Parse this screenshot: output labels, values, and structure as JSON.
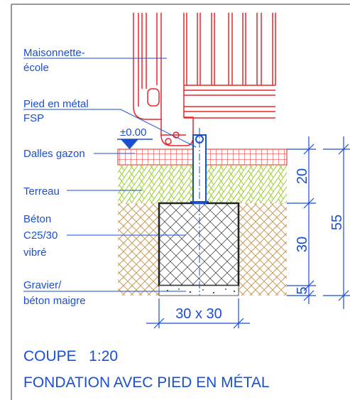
{
  "labels": {
    "maisonnette_line1": "Maisonnette-",
    "maisonnette_line2": "école",
    "pied_line1": "Pied en métal",
    "pied_line2": "FSP",
    "level": "±0.00",
    "dalles": "Dalles gazon",
    "terreau": "Terreau",
    "beton_line1": "Béton",
    "beton_line2": "C25/30",
    "beton_line3": "vibré",
    "gravier_line1": "Gravier/",
    "gravier_line2": "béton maigre"
  },
  "dimensions": {
    "d20": "20",
    "d30": "30",
    "d5": "5",
    "d55": "55",
    "width": "30 x 30"
  },
  "title": {
    "line1": "COUPE   1:20",
    "line2": "FONDATION AVEC PIED EN MÉTAL"
  },
  "colors": {
    "label_blue": "#1a4fd0",
    "structure_red": "#e8262a",
    "soil_green": "#9acd32",
    "earth_tan": "#c8a060"
  }
}
